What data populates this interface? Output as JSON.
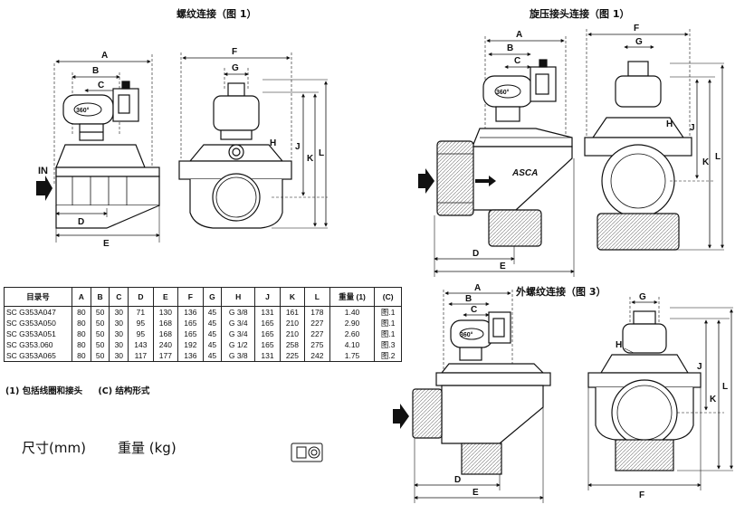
{
  "fig1_title": "螺纹连接（图 1）",
  "fig2_title": "旋压接头连接（图 1）",
  "fig3_title": "外螺纹连接（图 3）",
  "dims": {
    "A": "A",
    "B": "B",
    "C": "C",
    "D": "D",
    "E": "E",
    "F": "F",
    "G": "G",
    "H": "H",
    "J": "J",
    "K": "K",
    "L": "L"
  },
  "inlet_label": "IN",
  "rotation_label": "360°",
  "brand_label": "ASCA",
  "table": {
    "headers": [
      "目录号",
      "A",
      "B",
      "C",
      "D",
      "E",
      "F",
      "G",
      "H",
      "J",
      "K",
      "L",
      "重量 (1)",
      "(C)"
    ],
    "rows": [
      [
        "SC G353A047",
        "80",
        "50",
        "30",
        "71",
        "130",
        "136",
        "45",
        "G 3/8",
        "131",
        "161",
        "178",
        "1.40",
        "图.1"
      ],
      [
        "SC G353A050",
        "80",
        "50",
        "30",
        "95",
        "168",
        "165",
        "45",
        "G 3/4",
        "165",
        "210",
        "227",
        "2.90",
        "图.1"
      ],
      [
        "SC G353A051",
        "80",
        "50",
        "30",
        "95",
        "168",
        "165",
        "45",
        "G 3/4",
        "165",
        "210",
        "227",
        "2.60",
        "图.1"
      ],
      [
        "SC G353.060",
        "80",
        "50",
        "30",
        "143",
        "240",
        "192",
        "45",
        "G 1/2",
        "165",
        "258",
        "275",
        "4.10",
        "图.3"
      ],
      [
        "SC G353A065",
        "80",
        "50",
        "30",
        "117",
        "177",
        "136",
        "45",
        "G 3/8",
        "131",
        "225",
        "242",
        "1.75",
        "图.2"
      ]
    ]
  },
  "notes": [
    "(1) 包括线圈和接头",
    "(C) 结构形式"
  ],
  "size_unit": "尺寸(mm)",
  "weight_unit": "重量 (kg)"
}
